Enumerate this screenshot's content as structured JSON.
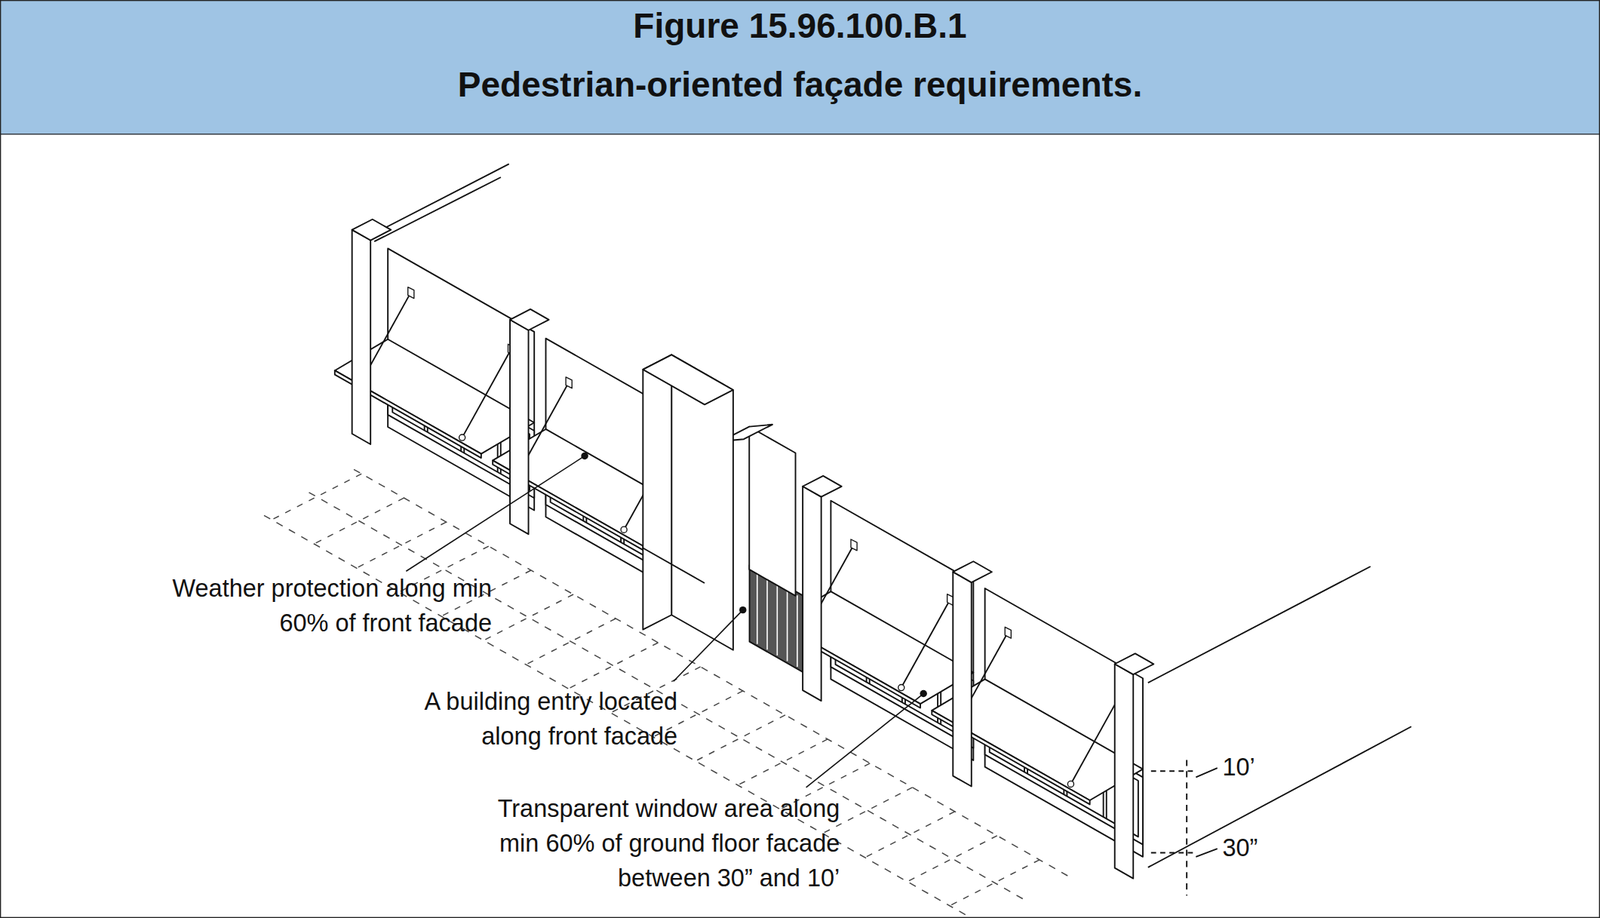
{
  "diagram": {
    "title": "Figure 15.96.100.B.1",
    "caption": "Pedestrian-oriented façade requirements.",
    "labels": [
      "Weather protection along min 60% of front facade",
      "A building entry located along front facade",
      "Transparent window area along min 60% of ground floor facade between 30” and 10’",
      "10’",
      "30”"
    ]
  }
}
